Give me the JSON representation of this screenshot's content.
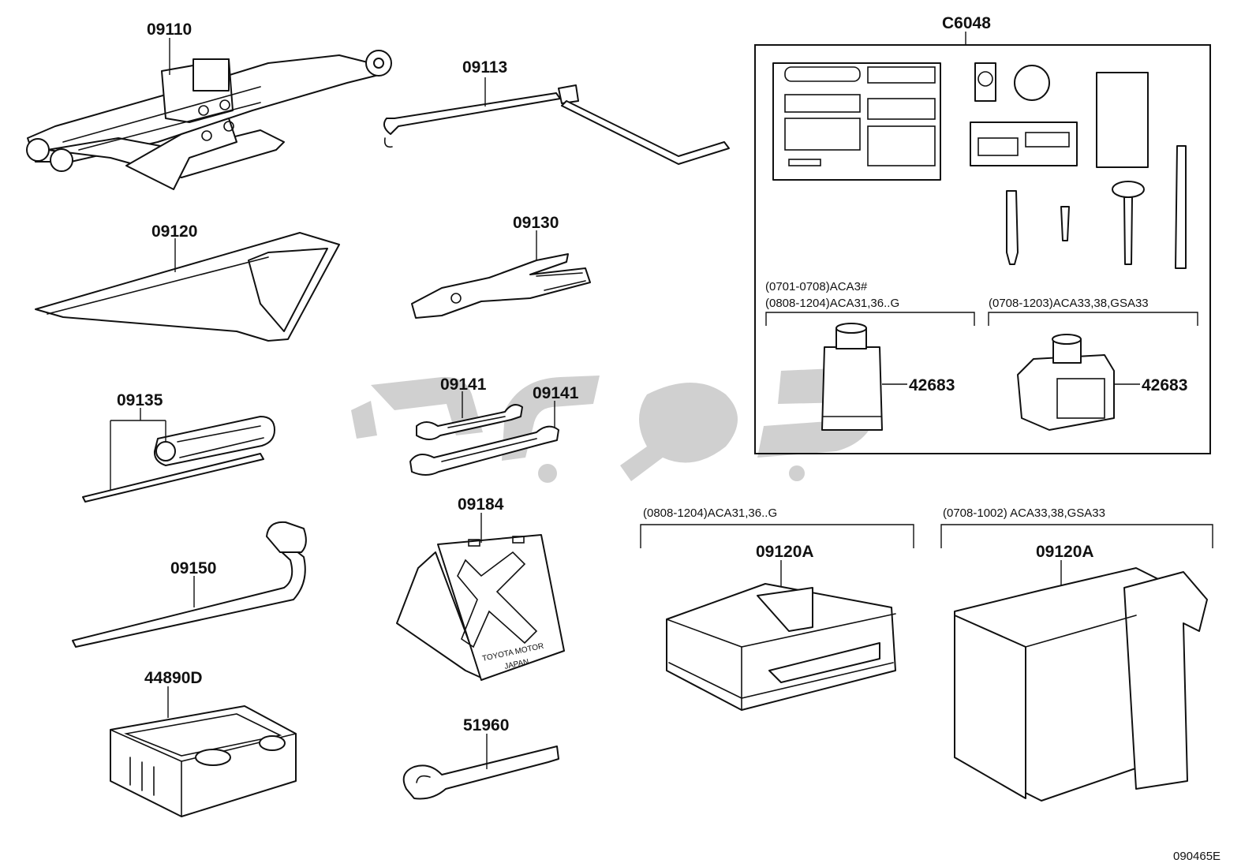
{
  "parts": {
    "jack": "09110",
    "jack_handle": "09113",
    "tool_bag": "09120",
    "pliers": "09130",
    "screwdriver": "09135",
    "wrench_a": "09141",
    "wrench_b": "09141",
    "wheel_wrench": "09150",
    "warning_plate": "09184",
    "compressor": "44890D",
    "towing_eye": "51960",
    "repair_kit": "C6048",
    "sealant_a": "42683",
    "sealant_b": "42683",
    "tray_a": "09120A",
    "tray_b": "09120A"
  },
  "notes": {
    "sealant_a_line1": "(0701-0708)ACA3#",
    "sealant_a_line2": "(0808-1204)ACA31,36..G",
    "sealant_b": "(0708-1203)ACA33,38,GSA33",
    "tray_a": "(0808-1204)ACA31,36..G",
    "tray_b": "(0708-1002) ACA33,38,GSA33"
  },
  "plate_text": {
    "line1": "TOYOTA MOTOR",
    "line2": "JAPAN"
  },
  "diagram_id": "090465E",
  "colors": {
    "ink": "#111111",
    "watermark": "#a9a9a9"
  }
}
